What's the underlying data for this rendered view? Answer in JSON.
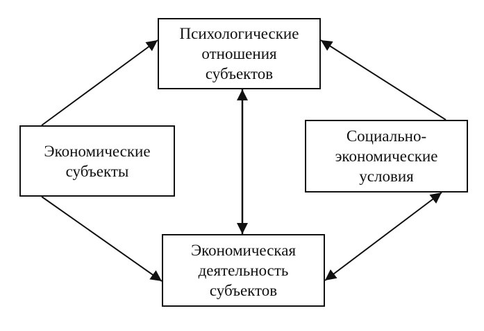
{
  "diagram": {
    "nodes": {
      "psych": {
        "lines": [
          "Психологические",
          "отношения",
          "субъектов"
        ]
      },
      "econ": {
        "lines": [
          "Экономические",
          "субъекты"
        ]
      },
      "social": {
        "lines": [
          "Социально-",
          "экономические",
          "условия"
        ]
      },
      "activity": {
        "lines": [
          "Экономическая",
          "деятельность",
          "субъектов"
        ]
      }
    },
    "edges": [
      {
        "from": "econ",
        "to": "psych",
        "direction": "forward"
      },
      {
        "from": "econ",
        "to": "activity",
        "direction": "forward"
      },
      {
        "from": "social",
        "to": "psych",
        "direction": "forward"
      },
      {
        "from": "psych",
        "to": "activity",
        "direction": "both"
      },
      {
        "from": "social",
        "to": "activity",
        "direction": "both"
      }
    ],
    "colors": {
      "stroke": "#111111",
      "fill": "#ffffff"
    }
  }
}
